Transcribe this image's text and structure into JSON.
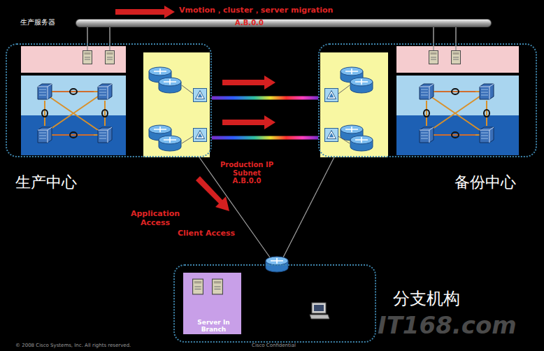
{
  "diagram": {
    "nodes": [
      {
        "text": [
          "生产服务器"
        ]
      },
      {
        "text": [
          "生产中心"
        ]
      },
      {
        "text": [
          "备份中心"
        ]
      },
      {
        "text": [
          "分支机构"
        ]
      },
      {
        "text": [
          "Server In Branch"
        ],
        "in": 3
      }
    ],
    "edges": [
      {
        "from": 0,
        "to": 1,
        "arrow": "none"
      },
      {
        "from": 0,
        "to": 2,
        "arrow": "none"
      },
      {
        "from": 1,
        "to": 2,
        "arrow": "none"
      },
      {
        "from": 1,
        "to": 2,
        "arrow": "none"
      },
      {
        "from": 1,
        "to": 3,
        "arrow": "none"
      },
      {
        "from": 2,
        "to": 3,
        "arrow": "none"
      }
    ],
    "labels": [
      "Vmotion，cluster，server migration",
      "A.B.0.0",
      "Production IP Subnet A.B.0.0",
      "Application Access",
      "Client Access",
      "© 2008 Cisco Systems, Inc. All rights reserved.",
      "Cisco Confidential",
      "IT168.com"
    ]
  }
}
